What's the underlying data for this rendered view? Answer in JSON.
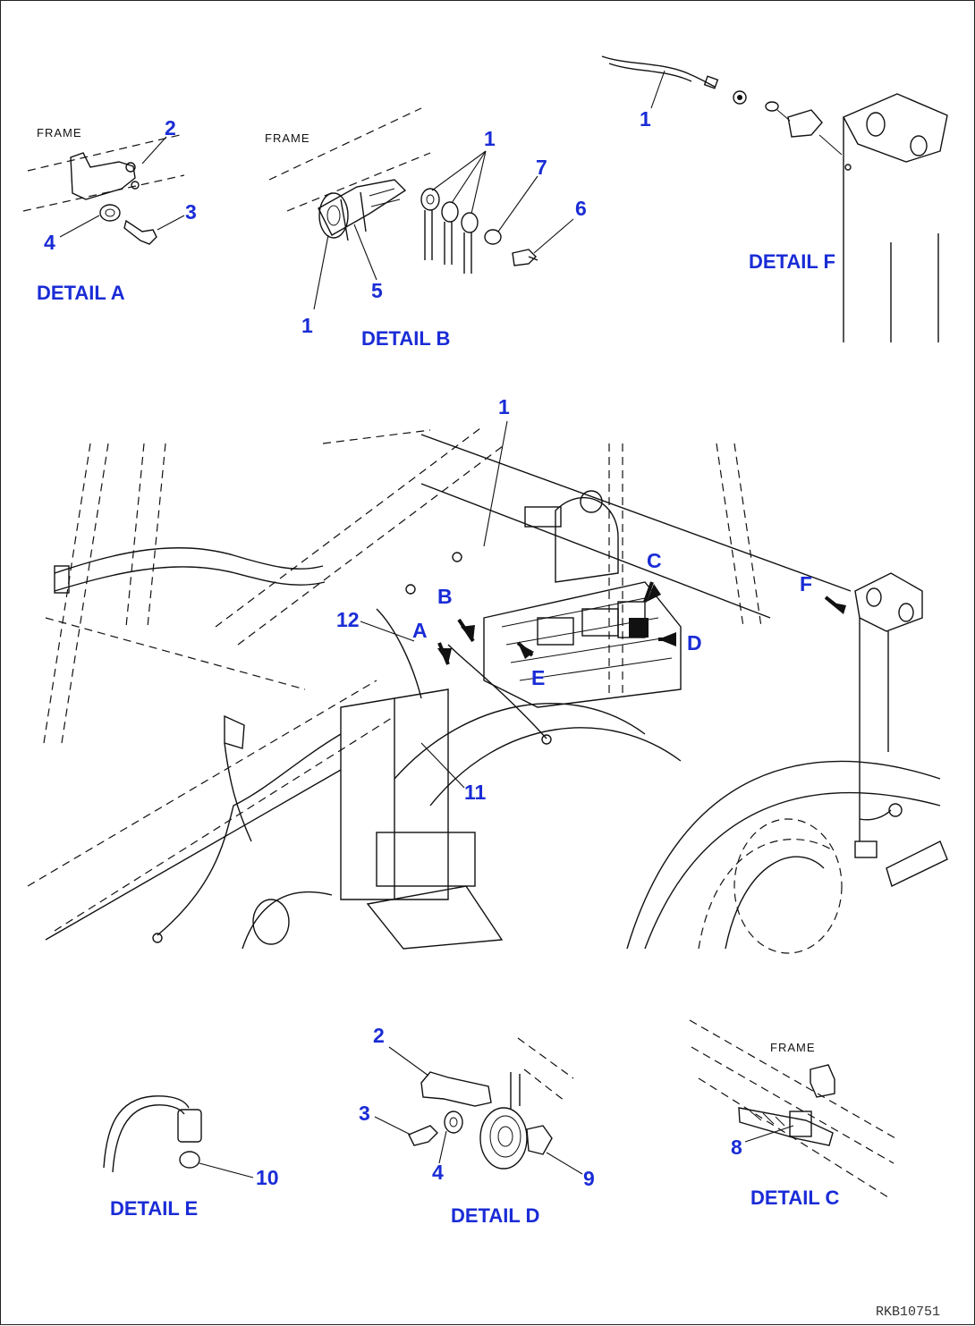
{
  "details": {
    "a": {
      "title": "DETAIL A",
      "frame_label": "FRAME",
      "callouts": [
        "2",
        "3",
        "4"
      ]
    },
    "b": {
      "title": "DETAIL B",
      "frame_label": "FRAME",
      "callouts": [
        "1",
        "7",
        "6",
        "1",
        "5"
      ]
    },
    "f": {
      "title": "DETAIL F",
      "callouts": [
        "1"
      ]
    },
    "c": {
      "title": "DETAIL C",
      "frame_label": "FRAME",
      "callouts": [
        "8"
      ]
    },
    "d": {
      "title": "DETAIL D",
      "callouts": [
        "2",
        "3",
        "4",
        "9"
      ]
    },
    "e": {
      "title": "DETAIL E",
      "callouts": [
        "10"
      ]
    }
  },
  "main_view": {
    "callouts": [
      "1",
      "12",
      "11"
    ],
    "detail_markers": [
      "A",
      "B",
      "C",
      "D",
      "E",
      "F"
    ]
  },
  "drawing_reference": "RKB10751",
  "colors": {
    "callout": "#1a2cd6",
    "line": "#111111",
    "background": "#ffffff"
  }
}
